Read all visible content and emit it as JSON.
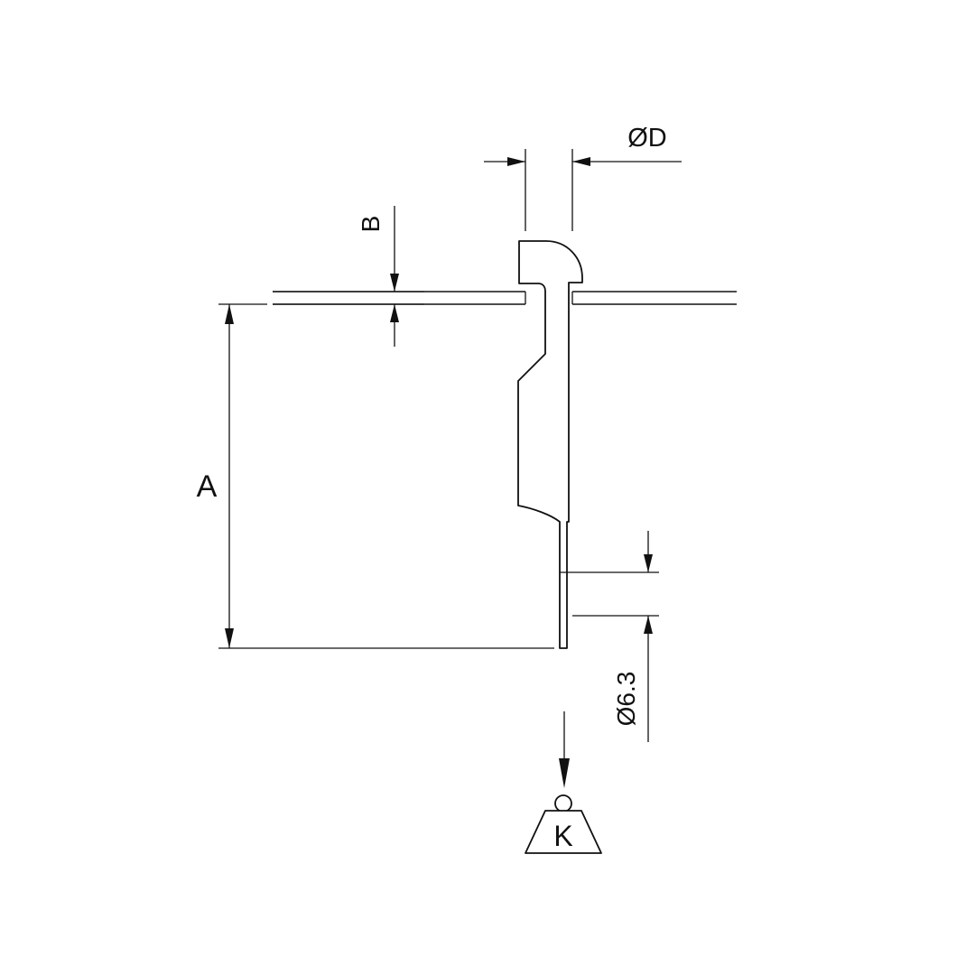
{
  "labels": {
    "dimension_a": "A",
    "dimension_b": "B",
    "diameter_d": "ØD",
    "diameter_63": "Ø6.3",
    "weight": "K"
  },
  "colors": {
    "line": "#111111",
    "background": "#ffffff"
  }
}
